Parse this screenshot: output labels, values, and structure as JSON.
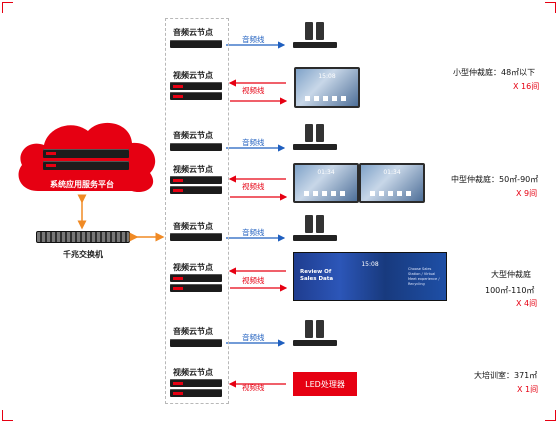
{
  "platform": {
    "label": "系统应用服务平台"
  },
  "switch": {
    "label": "千兆交换机"
  },
  "nodes": {
    "audio": "音频云节点",
    "video": "视频云节点"
  },
  "links": {
    "audio": "音频线",
    "video": "视频线"
  },
  "rooms": [
    {
      "name": "小型仲裁庭：48㎡以下",
      "count": "X 16间"
    },
    {
      "name": "中型仲裁庭：50㎡-90㎡",
      "count": "X 9间"
    },
    {
      "name": "大型仲裁庭",
      "area": "100㎡-110㎡",
      "count": "X 4间"
    },
    {
      "name": "大培训室：371㎡",
      "count": "X 1间"
    }
  ],
  "screens": {
    "small_clock": "15:08",
    "medium_clock": "01:34",
    "big_clock": "15:08",
    "big_title": "Review Of Sales Data",
    "big_side": "Choose Sales Station / Virtual Meet experience / Recycling"
  },
  "led": {
    "label": "LED处理器"
  },
  "colors": {
    "red": "#e60012",
    "blue": "#1f5fbf",
    "orange": "#f08a24"
  }
}
